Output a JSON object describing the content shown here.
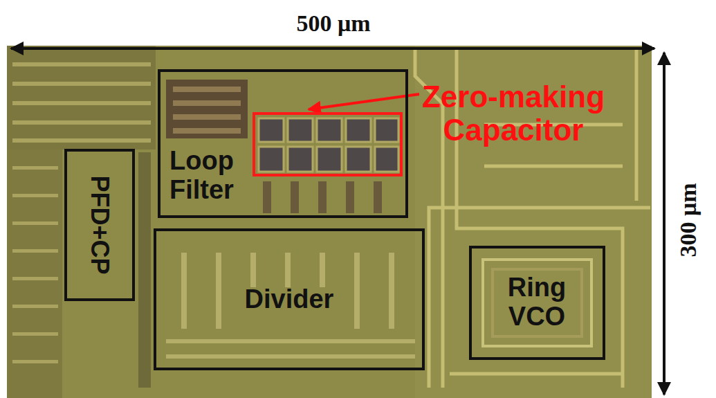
{
  "diagram": {
    "nodes": [
      {
        "text": [
          "Loop Filter"
        ]
      },
      {
        "text": [
          "Zero-making Capacitor"
        ],
        "in": 0
      },
      {
        "text": [
          "PFD+CP"
        ]
      },
      {
        "text": [
          "Divider"
        ]
      },
      {
        "text": [
          "Ring VCO"
        ]
      }
    ],
    "labels": [
      "500 μm",
      "300 μm"
    ]
  }
}
